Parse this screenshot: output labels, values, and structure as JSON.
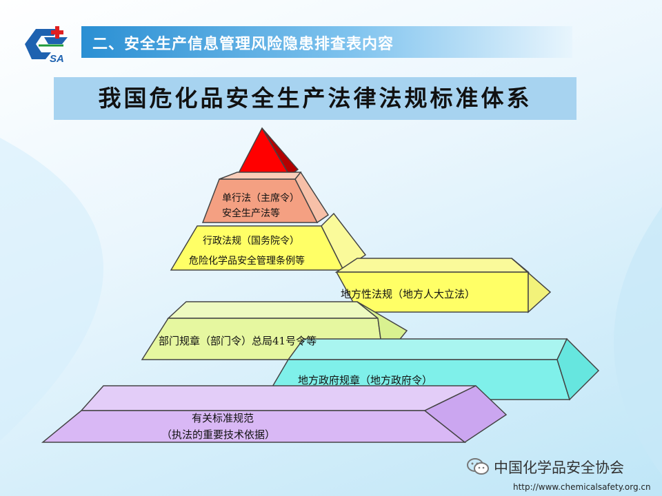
{
  "header": {
    "title": "二、安全生产信息管理风险隐患排查表内容",
    "logo_text": "SA"
  },
  "main_title": "我国危化品安全生产法律法规标准体系",
  "pyramid": {
    "tier2_line1": "单行法（主席令）",
    "tier2_line2": "安全生产法等",
    "tier3_line1": "行政法规（国务院令）",
    "tier3_line2": "危险化学品安全管理条例等",
    "local_regulations": "地方性法规（地方人大立法）",
    "dept_rules": "部门规章（部门令）总局41号令等",
    "local_gov_rules": "地方政府规章（地方政府令）",
    "standards_line1": "有关标准规范",
    "standards_line2": "（执法的重要技术依据）"
  },
  "footer": {
    "org": "中国化学品安全协会",
    "url": "http://www.chemicalsafety.org.cn"
  },
  "colors": {
    "accent": "#2a8fd3",
    "red": "#ff0000",
    "salmon": "#f4a082",
    "yellow": "#ffff66",
    "lime": "#e6f7a0",
    "cyan": "#7ff0ea",
    "lavender": "#d9b8f5"
  },
  "icons": [
    "csa-logo-icon",
    "wechat-icon"
  ]
}
